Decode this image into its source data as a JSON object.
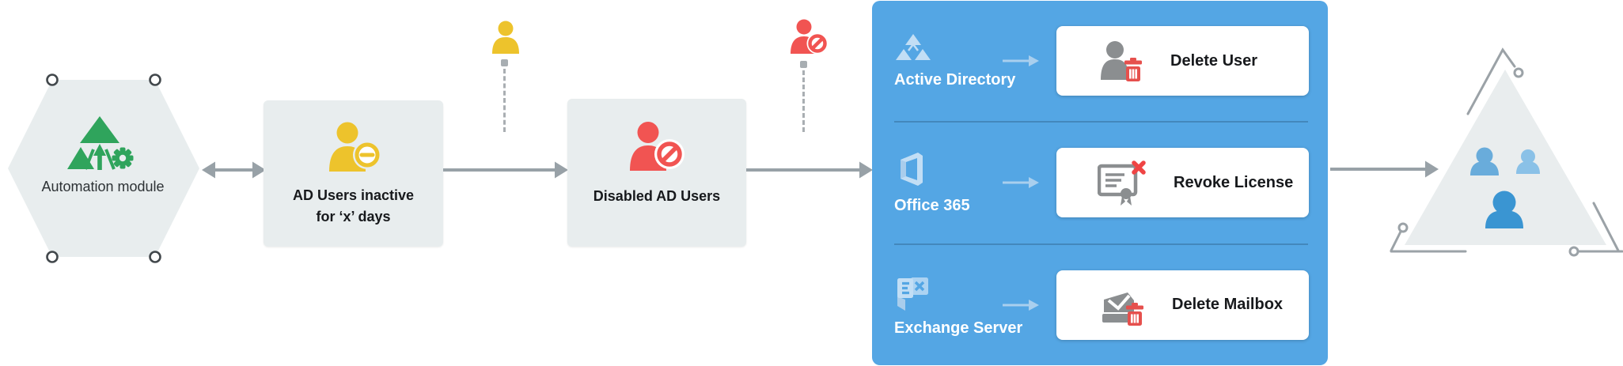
{
  "hexagon": {
    "label": "Automation module"
  },
  "boxes": {
    "inactive": {
      "label": "AD Users inactive for ‘x’ days"
    },
    "disabled": {
      "label": "Disabled AD Users"
    }
  },
  "panel": {
    "rows": [
      {
        "service": "Active Directory",
        "action": "Delete User"
      },
      {
        "service": "Office 365",
        "action": "Revoke License"
      },
      {
        "service": "Exchange Server",
        "action": "Delete Mailbox"
      }
    ]
  },
  "icons": {
    "automation": "triangles-gear-logo-icon",
    "inactive_user": "user-minus-icon",
    "disabled_user": "user-blocked-icon",
    "floating_active_user": "user-yellow-icon",
    "floating_blocked_user": "user-blocked-red-icon",
    "active_directory": "ad-triangles-icon",
    "office_365": "office-365-logo-icon",
    "exchange_server": "exchange-logo-icon",
    "delete_user": "user-trash-icon",
    "revoke_license": "certificate-x-icon",
    "delete_mailbox": "mailbox-trash-icon",
    "user_group": "user-group-triangle-icon"
  },
  "colors": {
    "panel_blue": "#54a6e4",
    "shape_gray": "#e8edee",
    "logo_green": "#2fa45c",
    "yellow": "#edc32c",
    "red": "#f15452",
    "arrow_gray": "#98a1a7",
    "icon_gray": "#8b8e90",
    "trash_red": "#e6504d",
    "light_icon_blue": "#c2def5",
    "person_blue_dark": "#3a95d2",
    "person_blue_medium": "#69acdb",
    "person_blue_light": "#8ac1e7",
    "sketch_gray": "#9ba2a7"
  }
}
